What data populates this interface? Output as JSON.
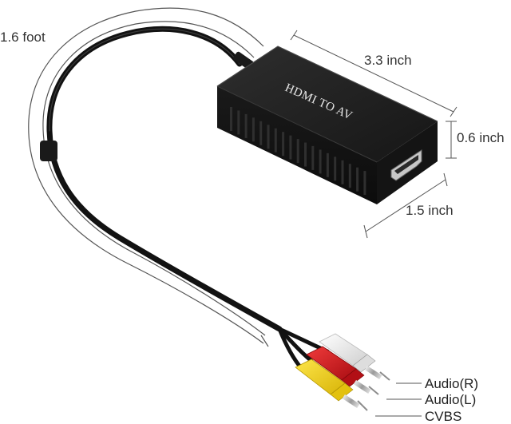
{
  "product": {
    "device_label": "HDMI TO AV"
  },
  "dimensions": {
    "cable_length": "1.6 foot",
    "length": "3.3 inch",
    "height": "0.6 inch",
    "width": "1.5 inch"
  },
  "ports": {
    "audio_right": "Audio(R)",
    "audio_left": "Audio(L)",
    "video": "CVBS"
  },
  "colors": {
    "device_body": "#1c1c1c",
    "cable": "#141414",
    "plug_white": "#f2f2f2",
    "plug_red": "#d4161c",
    "plug_yellow": "#f2d21a",
    "dimension_line": "#555555"
  }
}
